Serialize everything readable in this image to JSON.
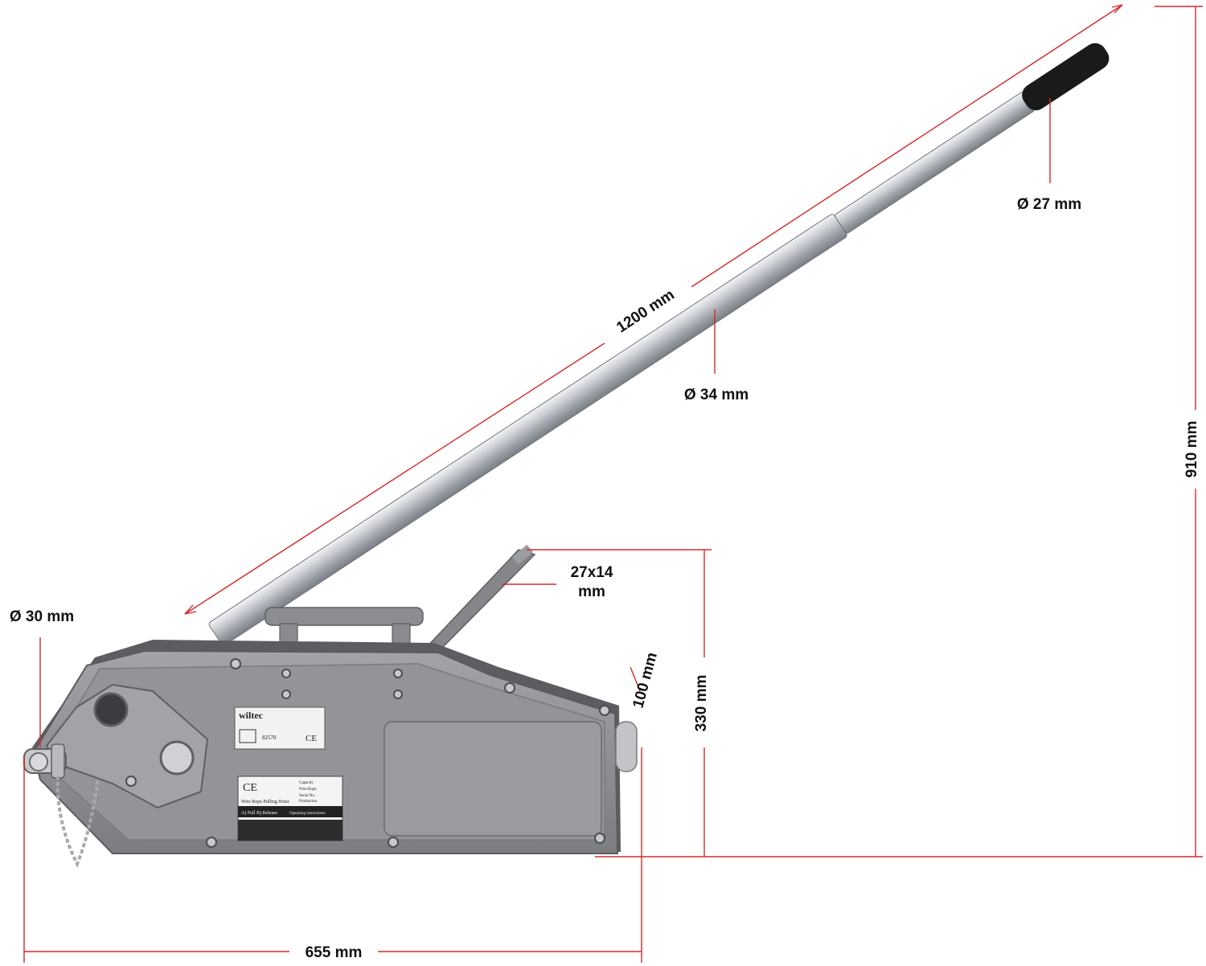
{
  "colors": {
    "dimension_line": "#d42a2a",
    "body_metal": "#8f9094",
    "body_dark": "#6d6e72",
    "handle_steel": "#c9ccd1",
    "grip": "#1a1a1a",
    "text": "#111111"
  },
  "dimensions": {
    "handle_length": "1200 mm",
    "handle_tip_diameter": "Ø 27 mm",
    "handle_base_diameter": "Ø 34 mm",
    "total_height": "910 mm",
    "lever_section": "27x14",
    "lever_section_unit": "mm",
    "anchor_pin_diameter": "Ø 30 mm",
    "body_height": "330 mm",
    "rope_outlet_height": "100 mm",
    "body_length": "655 mm"
  },
  "labels": {
    "brand_logo": "wiltec",
    "ce_mark": "CE",
    "plate_title": "Wire Rope Pulling Hoist",
    "plate_capacity": "Capacity",
    "plate_wire_rope": "Wire Rope",
    "plate_serial": "Serial No.",
    "plate_production": "Production",
    "plate_operating": "Operating instructions",
    "plate_pull_release": "A) Pull   B) Release",
    "small_plate_article": "82570"
  },
  "icons": {
    "weight": "weight-icon",
    "anchor_chain": "chain-icon"
  }
}
